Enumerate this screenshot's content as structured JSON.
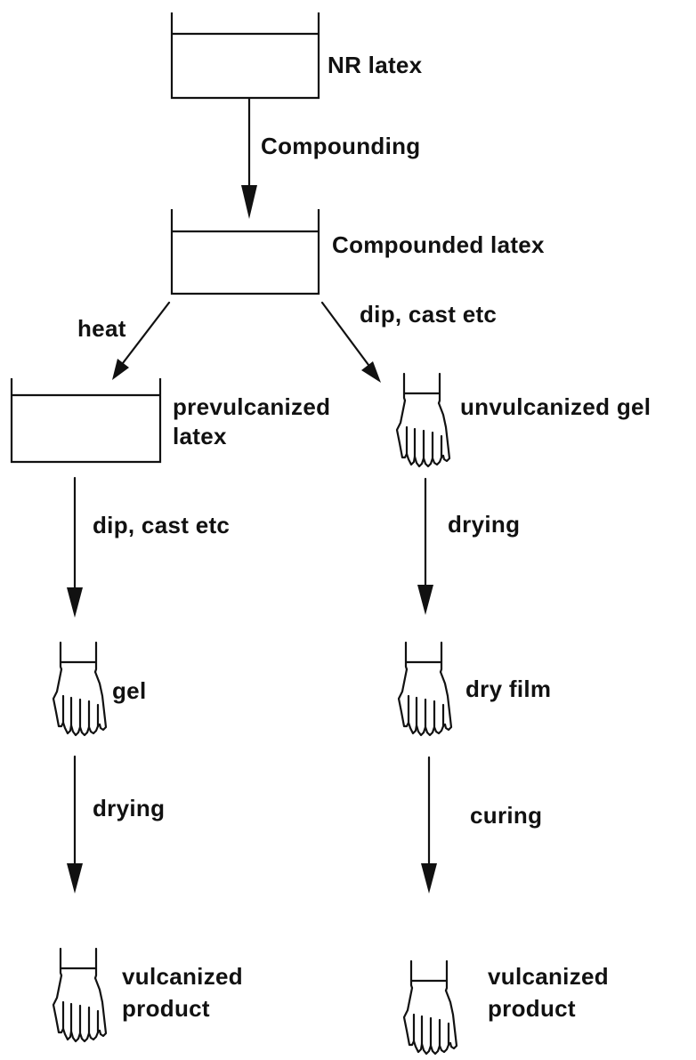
{
  "nodes": {
    "nr_latex": "NR latex",
    "compounded_latex": "Compounded latex",
    "prevulcanized_latex_line1": "prevulcanized",
    "prevulcanized_latex_line2": "latex",
    "unvulcanized_gel": "unvulcanized gel",
    "gel": "gel",
    "dry_film": "dry  film",
    "vulcanized_product_left_line1": "vulcanized",
    "vulcanized_product_left_line2": "product",
    "vulcanized_product_right_line1": "vulcanized",
    "vulcanized_product_right_line2": "product"
  },
  "edges": {
    "compounding": "Compounding",
    "heat": "heat",
    "dip_cast_right": "dip, cast etc",
    "dip_cast_left": "dip, cast etc",
    "drying_right": "drying",
    "drying_left": "drying",
    "curing": "curing"
  },
  "colors": {
    "ink": "#111111",
    "background": "#ffffff"
  },
  "icons": {
    "tank": "tank-icon",
    "glove": "glove-icon"
  }
}
